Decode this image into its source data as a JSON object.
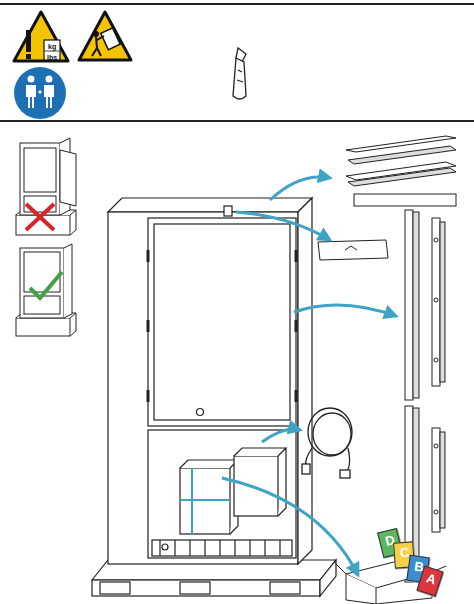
{
  "diagram": {
    "nodes": [
      {
        "text": [
          "kg",
          "lbs"
        ]
      },
      {
        "text": [
          "D"
        ]
      },
      {
        "text": [
          "C"
        ]
      },
      {
        "text": [
          "B"
        ]
      },
      {
        "text": [
          "A"
        ]
      }
    ]
  }
}
